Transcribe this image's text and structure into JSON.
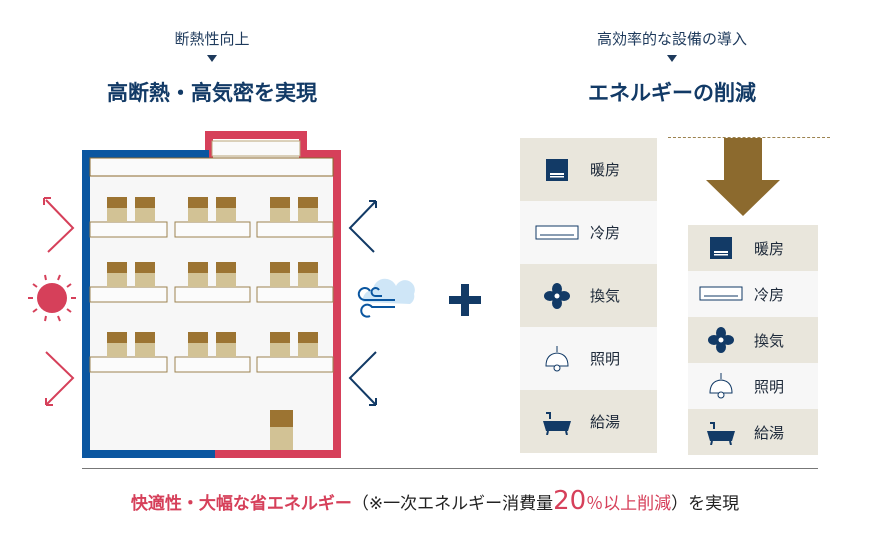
{
  "left": {
    "subtitle": "断熱性向上",
    "title": "高断熱・高気密を実現"
  },
  "right": {
    "subtitle": "高効率的な設備の導入",
    "title": "エネルギーの削減"
  },
  "before_items": [
    {
      "label": "暖房",
      "icon": "heater-icon"
    },
    {
      "label": "冷房",
      "icon": "air-conditioner-icon"
    },
    {
      "label": "換気",
      "icon": "fan-icon"
    },
    {
      "label": "照明",
      "icon": "lamp-icon"
    },
    {
      "label": "給湯",
      "icon": "bathtub-icon"
    }
  ],
  "after_items": [
    {
      "label": "暖房",
      "icon": "heater-icon"
    },
    {
      "label": "冷房",
      "icon": "air-conditioner-icon"
    },
    {
      "label": "換気",
      "icon": "fan-icon"
    },
    {
      "label": "照明",
      "icon": "lamp-icon"
    },
    {
      "label": "給湯",
      "icon": "bathtub-icon"
    }
  ],
  "footer": {
    "highlight": "快適性・大幅な省エネルギー",
    "paren_open": "（※一次エネルギー消費量",
    "percent": "20",
    "percent_unit": "％以上削減",
    "paren_close": "）を実現"
  },
  "colors": {
    "navy": "#123a66",
    "red": "#d6405a",
    "blue": "#0a56a0",
    "brown": "#8c6a2e"
  }
}
